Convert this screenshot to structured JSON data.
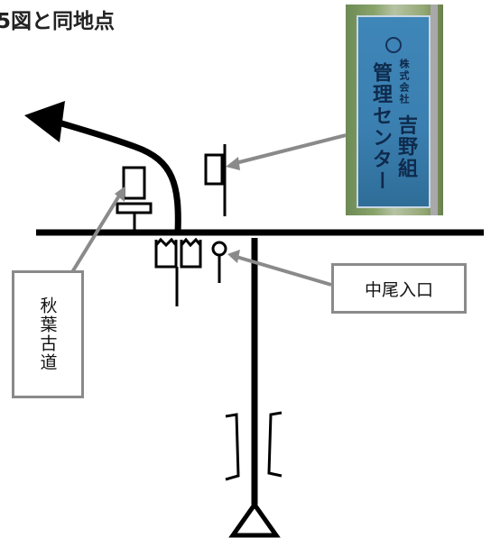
{
  "title": "5図と同地点",
  "photo": {
    "sign_small": "株式会社",
    "sign_name": "吉野組",
    "sign_main": "管理センター"
  },
  "labels": {
    "akiba_road": "秋葉古道",
    "nakao_entrance": "中尾入口"
  },
  "colors": {
    "road": "#000000",
    "leader": "#8a8a8a",
    "sign_blue": "#3a7fb0"
  },
  "icons": [
    "arrow-left-up-icon",
    "signpost-icon",
    "gate-icon",
    "marker-pin-icon",
    "bridge-icon",
    "triangle-marker-icon"
  ]
}
